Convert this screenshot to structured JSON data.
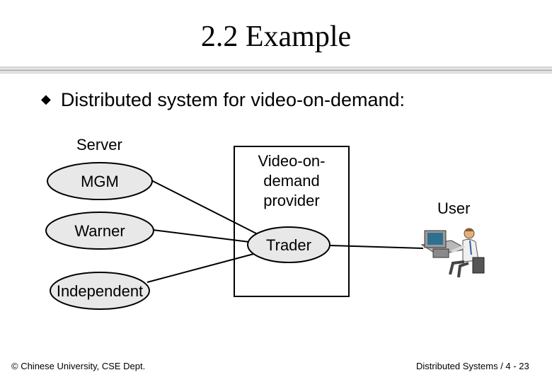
{
  "slide": {
    "title": "2.2 Example",
    "bullet": "Distributed system for video-on-demand:"
  },
  "diagram": {
    "server_heading": "Server",
    "servers": [
      "MGM",
      "Warner",
      "Independent"
    ],
    "provider_label": "Video-on-demand provider",
    "provider_lines": [
      "Video-on-",
      "demand",
      "provider"
    ],
    "trader_label": "Trader",
    "user_label": "User",
    "user_icon": "person-at-computer-icon",
    "colors": {
      "node_fill": "#e8e8e8",
      "stroke": "#000000",
      "rule": "#bdbdbd"
    }
  },
  "footer": {
    "left": "© Chinese University, CSE Dept.",
    "right": "Distributed Systems / 4 - 23"
  }
}
